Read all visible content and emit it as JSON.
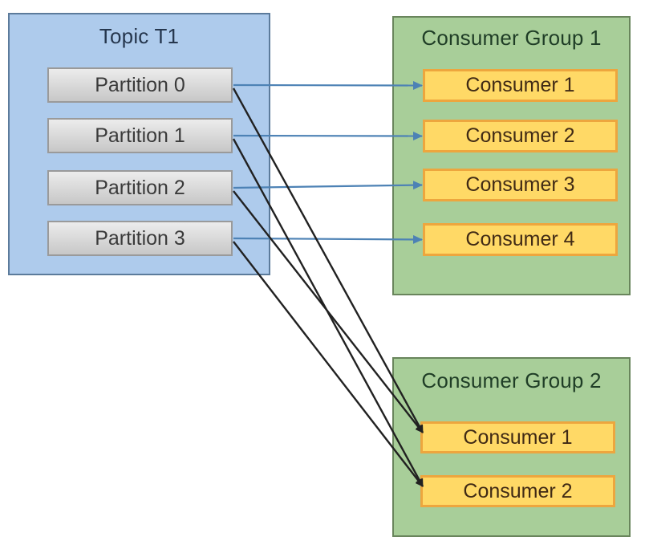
{
  "colors": {
    "canvas-bg": "#ffffff",
    "topic-fill": "#aecbec",
    "topic-border": "#5c7b9b",
    "topic-title-text": "#26374e",
    "partition-fill-top": "#ececec",
    "partition-fill-bottom": "#c7c7c7",
    "partition-border": "#9a9a9a",
    "partition-text": "#3a3a3a",
    "group-fill": "#a8ce99",
    "group-border": "#69855c",
    "group-title-text": "#1f3d26",
    "consumer-fill": "#ffd966",
    "consumer-border": "#eda63e",
    "consumer-text": "#402a15",
    "arrow-blue": "#4d82b5",
    "arrow-black": "#212121"
  },
  "diagram": {
    "topic": {
      "title": "Topic T1",
      "partitions": [
        {
          "id": "p0",
          "label": "Partition 0"
        },
        {
          "id": "p1",
          "label": "Partition 1"
        },
        {
          "id": "p2",
          "label": "Partition 2"
        },
        {
          "id": "p3",
          "label": "Partition 3"
        }
      ]
    },
    "consumer_group_1": {
      "title": "Consumer Group 1",
      "consumers": [
        {
          "id": "g1c1",
          "label": "Consumer 1"
        },
        {
          "id": "g1c2",
          "label": "Consumer 2"
        },
        {
          "id": "g1c3",
          "label": "Consumer 3"
        },
        {
          "id": "g1c4",
          "label": "Consumer 4"
        }
      ]
    },
    "consumer_group_2": {
      "title": "Consumer Group 2",
      "consumers": [
        {
          "id": "g2c1",
          "label": "Consumer 1"
        },
        {
          "id": "g2c2",
          "label": "Consumer 2"
        }
      ]
    },
    "connections": [
      {
        "from": "p0",
        "to": "g1c1",
        "style": "blue"
      },
      {
        "from": "p1",
        "to": "g1c2",
        "style": "blue"
      },
      {
        "from": "p2",
        "to": "g1c3",
        "style": "blue"
      },
      {
        "from": "p3",
        "to": "g1c4",
        "style": "blue"
      },
      {
        "from": "p0",
        "to": "g2c1",
        "style": "black"
      },
      {
        "from": "p2",
        "to": "g2c1",
        "style": "black"
      },
      {
        "from": "p1",
        "to": "g2c2",
        "style": "black"
      },
      {
        "from": "p3",
        "to": "g2c2",
        "style": "black"
      }
    ]
  }
}
